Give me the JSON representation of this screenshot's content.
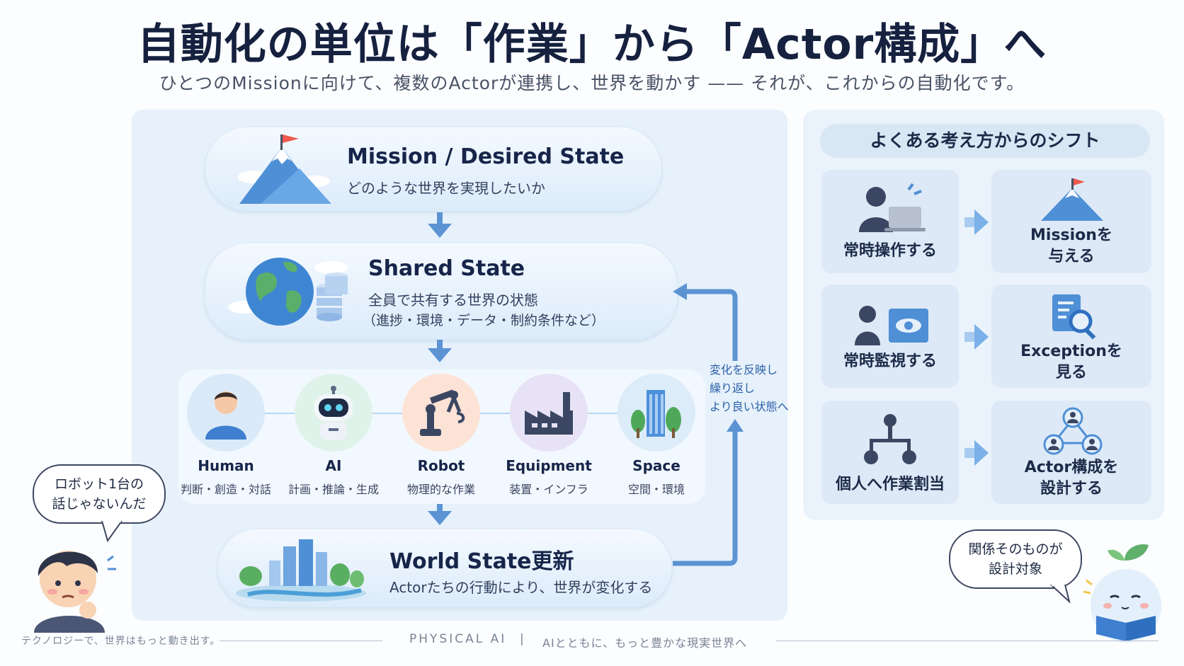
{
  "header": {
    "title": "自動化の単位は「作業」から「Actor構成」へ",
    "subtitle": "ひとつのMissionに向けて、複数のActorが連携し、世界を動かす —— それが、これからの自動化です。"
  },
  "flow": {
    "mission": {
      "title": "Mission / Desired State",
      "sub": "どのような世界を実現したいか"
    },
    "shared": {
      "title": "Shared State",
      "sub": "全員で共有する世界の状態",
      "sub2": "（進捗・環境・データ・制約条件など）"
    },
    "actors": [
      {
        "name": "Human",
        "desc": "判断・創造・対話",
        "color": "#dbeaf8"
      },
      {
        "name": "AI",
        "desc": "計画・推論・生成",
        "color": "#dff3ea"
      },
      {
        "name": "Robot",
        "desc": "物理的な作業",
        "color": "#fde3d6"
      },
      {
        "name": "Equipment",
        "desc": "装置・インフラ",
        "color": "#e7e2f6"
      },
      {
        "name": "Space",
        "desc": "空間・環境",
        "color": "#dcecf8"
      }
    ],
    "world": {
      "title": "World State更新",
      "sub": "Actorたちの行動により、世界が変化する"
    },
    "loop": {
      "line1": "変化を反映し",
      "line2": "繰り返し",
      "line3": "より良い状態へ"
    }
  },
  "shift": {
    "header": "よくある考え方からのシフト",
    "rows": [
      {
        "from": "常時操作する",
        "to1": "Missionを",
        "to2": "与える",
        "from_icon": "person-laptop-icon",
        "to_icon": "mountain-flag-icon"
      },
      {
        "from": "常時監視する",
        "to1": "Exceptionを",
        "to2": "見る",
        "from_icon": "person-eye-icon",
        "to_icon": "document-search-icon"
      },
      {
        "from": "個人へ作業割当",
        "to1": "Actor構成を",
        "to2": "設計する",
        "from_icon": "hierarchy-icon",
        "to_icon": "network-icon"
      }
    ]
  },
  "bubbles": {
    "left1": "ロボット1台の",
    "left2": "話じゃないんだ",
    "right1": "関係そのものが",
    "right2": "設計対象"
  },
  "footer": {
    "left": "テクノロジーで、世界はもっと動き出す。",
    "center": "PHYSICAL  AI",
    "divider": "|",
    "right": "AIとともに、もっと豊かな現実世界へ"
  },
  "colors": {
    "accent": "#5c93d3",
    "navy": "#16213f",
    "panel": "#e6f1fb"
  }
}
